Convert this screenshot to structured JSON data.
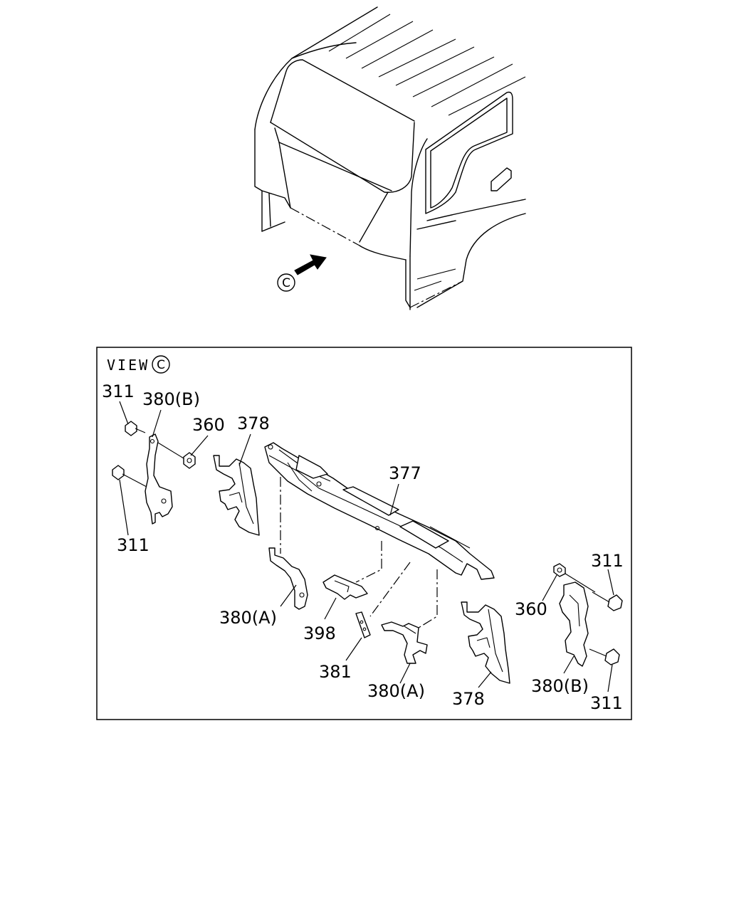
{
  "view_title": "VIEW",
  "view_symbol": "C",
  "arrow_symbol": "C",
  "labels": {
    "l311_top_left": "311",
    "l380b_left": "380(B)",
    "l360_left": "360",
    "l378_left": "378",
    "l311_bottom_left": "311",
    "l377": "377",
    "l311_top_right": "311",
    "l360_right": "360",
    "l380a_left": "380(A)",
    "l398": "398",
    "l381": "381",
    "l380a_center": "380(A)",
    "l378_right": "378",
    "l380b_right": "380(B)",
    "l311_bottom_right": "311"
  }
}
